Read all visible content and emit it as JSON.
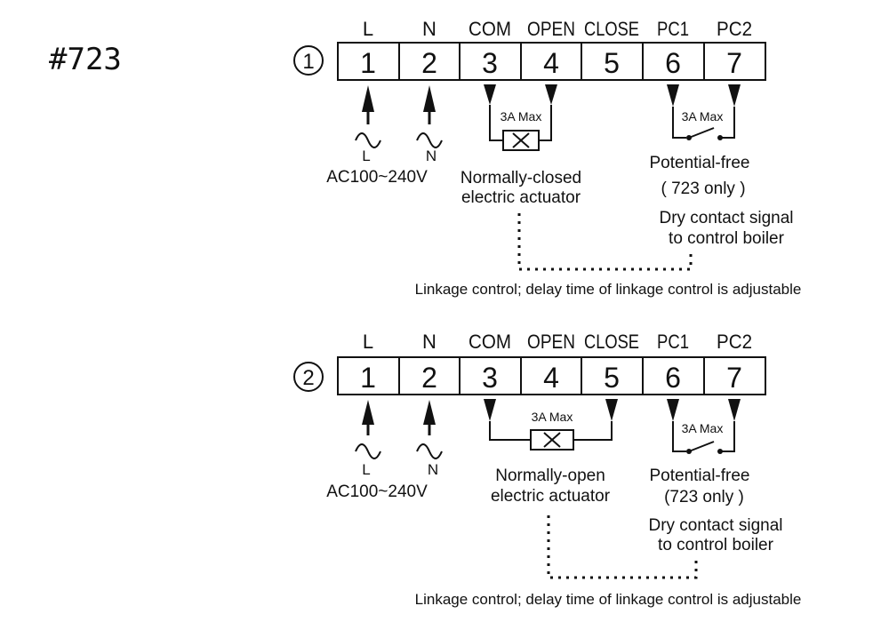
{
  "title": "#723",
  "diagrams": [
    {
      "number": "1",
      "terminal_labels": [
        "L",
        "N",
        "COM",
        "OPEN",
        "CLOSE",
        "PC1",
        "PC2"
      ],
      "terminal_numbers": [
        "1",
        "2",
        "3",
        "4",
        "5",
        "6",
        "7"
      ],
      "supply_l": "L",
      "supply_n": "N",
      "supply_voltage": "AC100~240V",
      "actuator_max": "3A Max",
      "actuator_label_1": "Normally-closed",
      "actuator_label_2": "electric actuator",
      "contact_max": "3A Max",
      "potential_free": "Potential-free",
      "only_note": "( 723 only )",
      "dry_contact_1": "Dry contact signal",
      "dry_contact_2": "to control boiler",
      "linkage": "Linkage control; delay time of linkage control is adjustable"
    },
    {
      "number": "2",
      "terminal_labels": [
        "L",
        "N",
        "COM",
        "OPEN",
        "CLOSE",
        "PC1",
        "PC2"
      ],
      "terminal_numbers": [
        "1",
        "2",
        "3",
        "4",
        "5",
        "6",
        "7"
      ],
      "supply_l": "L",
      "supply_n": "N",
      "supply_voltage": "AC100~240V",
      "actuator_max": "3A Max",
      "actuator_label_1": "Normally-open",
      "actuator_label_2": "electric actuator",
      "contact_max": "3A Max",
      "potential_free": "Potential-free",
      "only_note": "(723 only )",
      "dry_contact_1": "Dry contact signal",
      "dry_contact_2": "to control boiler",
      "linkage": "Linkage control; delay time of linkage control is adjustable"
    }
  ]
}
